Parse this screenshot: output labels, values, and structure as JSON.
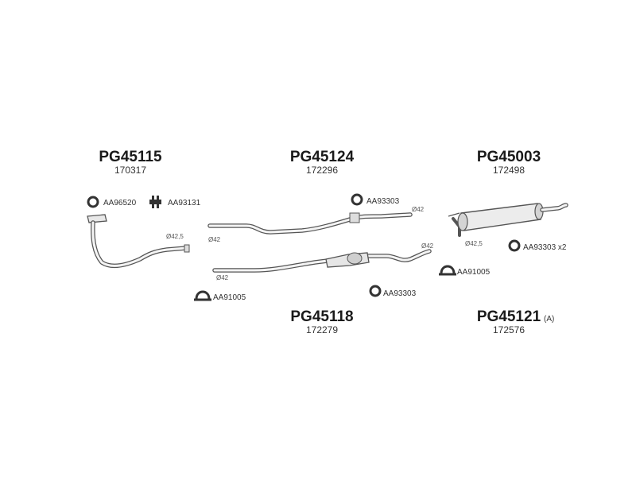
{
  "parts": {
    "downpipe": {
      "number": "PG45115",
      "code": "170317"
    },
    "middle": {
      "number": "PG45124",
      "code": "172296"
    },
    "rear": {
      "number": "PG45003",
      "code": "172498"
    },
    "front_pipe": {
      "number": "PG45118",
      "code": "172279"
    },
    "kit": {
      "number": "PG45121",
      "suffix": "(A)",
      "code": "172576"
    }
  },
  "accessories": [
    {
      "code": "AA96520",
      "icon": "ring-gasket-icon"
    },
    {
      "code": "AA93131",
      "icon": "rubber-mount-icon"
    },
    {
      "code": "AA93303",
      "icon": "ring-gasket-icon"
    },
    {
      "code": "AA93303 x2",
      "icon": "ring-gasket-icon"
    },
    {
      "code": "AA91005",
      "icon": "clamp-icon"
    },
    {
      "code": "AA91005",
      "icon": "clamp-icon"
    },
    {
      "code": "AA93303",
      "icon": "ring-gasket-icon"
    }
  ],
  "dimensions": [
    "Ø42,5",
    "Ø42",
    "Ø42",
    "Ø42",
    "Ø42",
    "Ø42,5"
  ]
}
